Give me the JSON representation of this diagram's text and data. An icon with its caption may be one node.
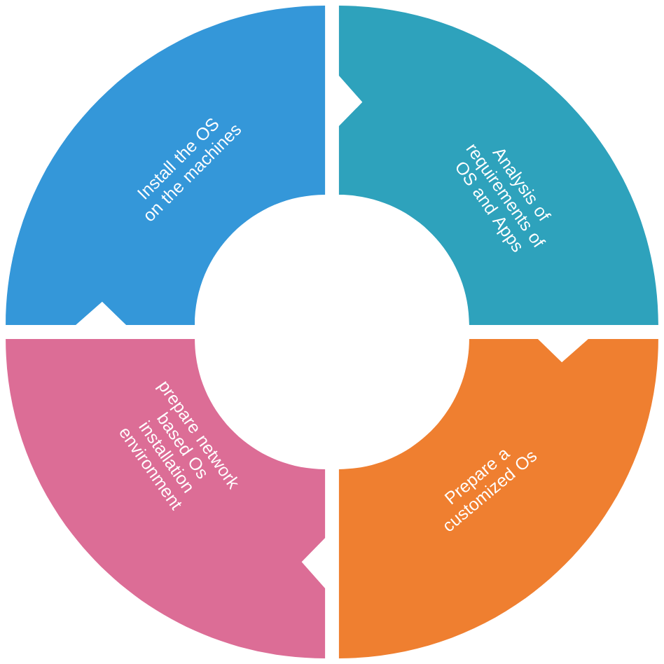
{
  "diagram": {
    "nodes": [
      {
        "text": [
          "Install the OS  on the machines"
        ]
      },
      {
        "text": [
          "Analysis of requirements of OS and Apps"
        ]
      },
      {
        "text": [
          "prepare network based Os installation environment"
        ]
      },
      {
        "text": [
          "Prepare a customized Os"
        ]
      }
    ]
  }
}
